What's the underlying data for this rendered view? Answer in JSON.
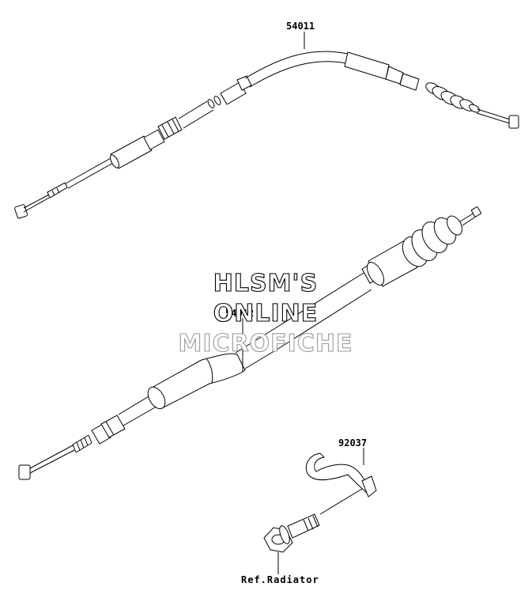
{
  "labels": {
    "cable_upper": "54011",
    "cable_lower": "54012",
    "clamp": "92037",
    "reference": "Ref.Radiator"
  },
  "watermark": {
    "line1": "HLSM'S",
    "line2": "ONLINE",
    "line3": "MICROFICHE"
  }
}
